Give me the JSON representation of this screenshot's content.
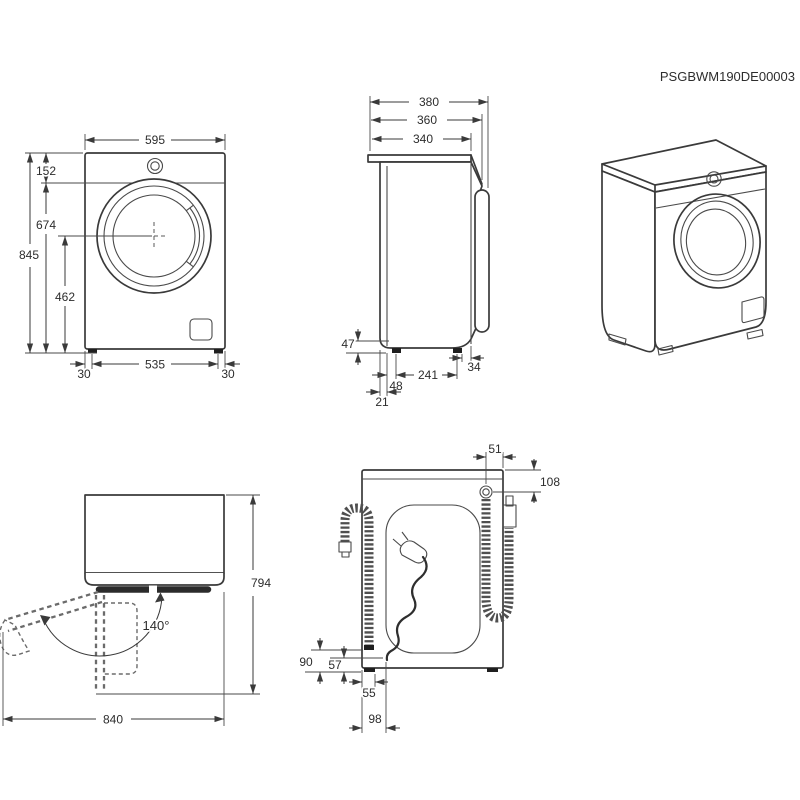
{
  "part_number": "PSGBWM190DE00003",
  "colors": {
    "line": "#3a3a3a",
    "dim_text": "#2d2d2d",
    "background": "#ffffff"
  },
  "front_view": {
    "width": "595",
    "height_overall": "845",
    "top_to_panel": "152",
    "panel_to_floor": "674",
    "door_center_to_floor": "462",
    "left_foot_inset": "30",
    "feet_distance": "535",
    "right_foot_inset": "30"
  },
  "side_view": {
    "depth_overall": "380",
    "depth_mid": "360",
    "depth_body": "340",
    "base_clearance": "47",
    "rear_to_foot": "48",
    "feet_distance": "241",
    "foot_to_front": "34",
    "rear_gap": "21"
  },
  "rear_view": {
    "inlet_from_side": "51",
    "inlet_from_top": "108",
    "drain_height": "90",
    "cord_height": "57",
    "drain_from_side": "55",
    "cord_from_side": "98"
  },
  "door_swing_view": {
    "opening_angle": "140°",
    "depth_door_open": "794",
    "width_door_open": "840"
  }
}
